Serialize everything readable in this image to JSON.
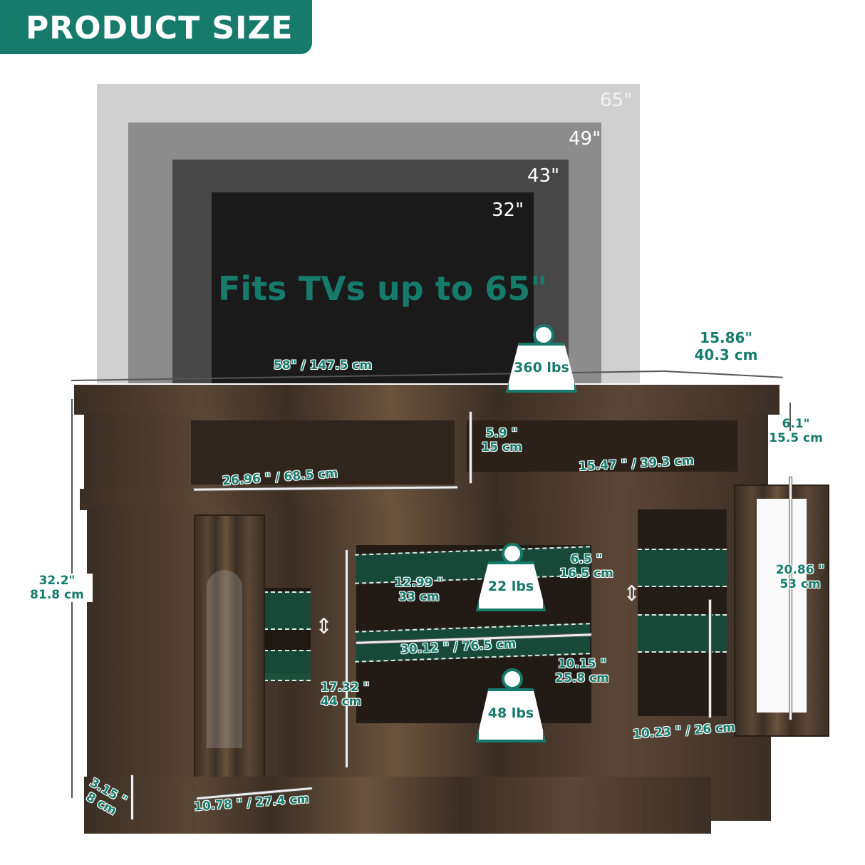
{
  "banner": {
    "title": "PRODUCT SIZE",
    "color": "#177b6c"
  },
  "tv_sizes": [
    {
      "label": "65\"",
      "color": "#d0d0d0"
    },
    {
      "label": "49\"",
      "color": "#8c8c8c"
    },
    {
      "label": "43\"",
      "color": "#474747"
    },
    {
      "label": "32\"",
      "color": "#1a1a1a"
    }
  ],
  "headline": "Fits TVs up to 65\"",
  "weights": {
    "top": "360 lbs",
    "middle_shelf": "22 lbs",
    "bottom_shelf": "48 lbs"
  },
  "dimensions": {
    "width": "58\" / 147.5 cm",
    "depth_in": "15.86\"",
    "depth_cm": "40.3 cm",
    "height_in": "32.2\"",
    "height_cm": "81.8 cm",
    "top_shelf_width": "26.96 \" / 68.5 cm",
    "top_shelf_height_in": "5.9 \"",
    "top_shelf_height_cm": "15 cm",
    "top_shelf_depth": "15.47 \" / 39.3 cm",
    "side_top_height_in": "6.1\"",
    "side_top_height_cm": "15.5 cm",
    "middle_height_in": "6.5 \"",
    "middle_height_cm": "16.5 cm",
    "middle_depth_in": "12.99 \"",
    "middle_depth_cm": "33 cm",
    "middle_width": "30.12 \" / 76.5 cm",
    "lower_height_in": "10.15 \"",
    "lower_height_cm": "25.8 cm",
    "center_height_in": "17.32 \"",
    "center_height_cm": "44 cm",
    "cabinet_height_in": "20.86 \"",
    "cabinet_height_cm": "53 cm",
    "cabinet_lower_width": "10.23 \" / 26 cm",
    "left_cabinet_width": "10.78 \" / 27.4 cm",
    "base_height_in": "3.15 \"",
    "base_height_cm": "8 cm"
  }
}
